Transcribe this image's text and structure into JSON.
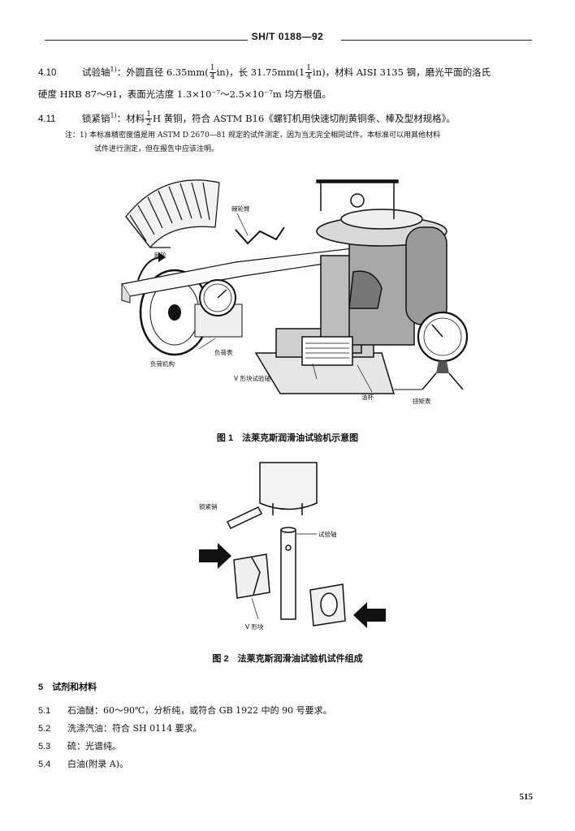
{
  "header": {
    "title": "SH/T 0188—92"
  },
  "clause_410": {
    "num": "4.10",
    "line1_a": "试验轴",
    "line1_sup": "1)",
    "line1_b": "：外圆直径 6.35mm(",
    "frac1_n": "1",
    "frac1_d": "4",
    "line1_c": "in)，长 31.75mm(1",
    "frac2_n": "1",
    "frac2_d": "4",
    "line1_d": "in)，材料 AISI 3135 钢，磨光平面的洛氏",
    "line2": "硬度 HRB 87～91，表面光洁度 1.3×10⁻⁷～2.5×10⁻⁷m 均方根值。"
  },
  "clause_411": {
    "num": "4.11",
    "text_a": "锁紧销",
    "sup": "1)",
    "text_b": "：材料",
    "frac_n": "1",
    "frac_d": "2",
    "text_c": "H 黄铜，符合 ASTM B16《螺钉机用快速切削黄铜条、棒及型材规格》。"
  },
  "note": {
    "line1": "注：1) 本标准精密度值是用 ASTM D 2670—81 规定的试件测定，因为当无完全相同试件。本标准可以用其他材料",
    "line2": "试件进行测定，但在报告中应该注明。"
  },
  "figure1": {
    "caption": "图 1　法莱克斯润滑油试验机示意图",
    "labels": {
      "ratchet_arm": "棘轮臂",
      "ratchet": "棘轮",
      "load_mechanism": "负荷机构",
      "load_gauge": "负荷表",
      "v_block_shaft": "V 形块试验轴",
      "oil_cup": "油杯",
      "torque_gauge": "扭矩表"
    }
  },
  "figure2": {
    "caption": "图 2　法莱克斯润滑油试验机试件组成",
    "labels": {
      "lock_pin": "锁紧销",
      "test_shaft": "试验轴",
      "v_block": "V 形块"
    }
  },
  "section5": {
    "title": "5　试剂和材料",
    "items": [
      {
        "num": "5.1",
        "text": "石油醚：60～90℃，分析纯，或符合 GB 1922 中的 90 号要求。"
      },
      {
        "num": "5.2",
        "text": "洗涤汽油：符合 SH 0114 要求。"
      },
      {
        "num": "5.3",
        "text": "硫：光谱纯。"
      },
      {
        "num": "5.4",
        "text": "白油(附录 A)。"
      }
    ]
  },
  "page_number": "515"
}
